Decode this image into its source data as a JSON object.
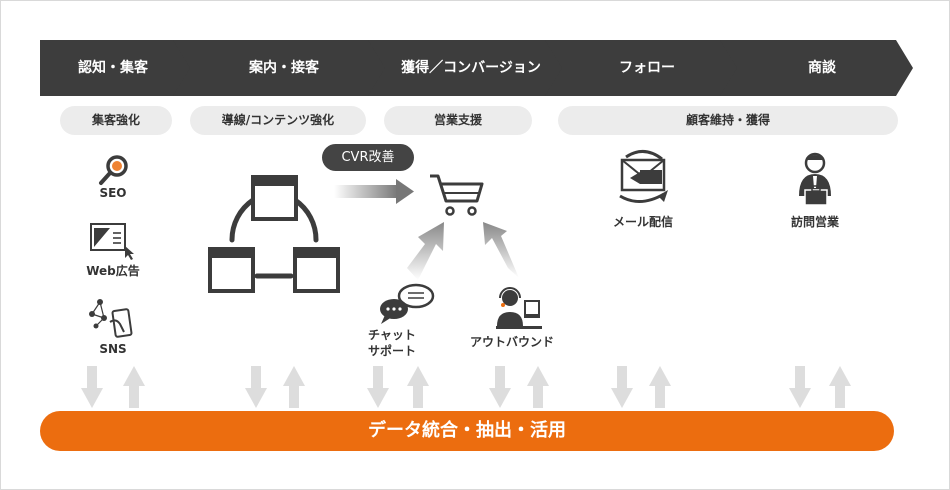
{
  "stages": [
    {
      "label": "認知・集客"
    },
    {
      "label": "案内・接客"
    },
    {
      "label": "獲得／コンバージョン"
    },
    {
      "label": "フォロー"
    },
    {
      "label": "商談"
    }
  ],
  "pills": [
    {
      "label": "集客強化"
    },
    {
      "label": "導線/コンテンツ強化"
    },
    {
      "label": "営業支援"
    },
    {
      "label": "顧客維持・獲得"
    }
  ],
  "channels": {
    "seo": "SEO",
    "web_ad": "Web広告",
    "sns": "SNS",
    "chat_line1": "チャット",
    "chat_line2": "サポート",
    "outbound": "アウトバウンド",
    "mail": "メール配信",
    "visit": "訪問営業"
  },
  "cvr_badge": "CVR改善",
  "data_bar": "データ統合・抽出・活用",
  "colors": {
    "stage_bg": "#3d3d3d",
    "pill_bg": "#ececec",
    "accent": "#ec6d0f",
    "arrow_gray": "#dddddd",
    "icon": "#3c3c3c"
  },
  "icons": [
    "magnifier-icon",
    "web-ad-icon",
    "sns-icon",
    "browser-cycle-icon",
    "cart-icon",
    "chat-icon",
    "operator-icon",
    "mail-icon",
    "sales-person-icon",
    "down-arrow-icon",
    "up-arrow-icon"
  ]
}
